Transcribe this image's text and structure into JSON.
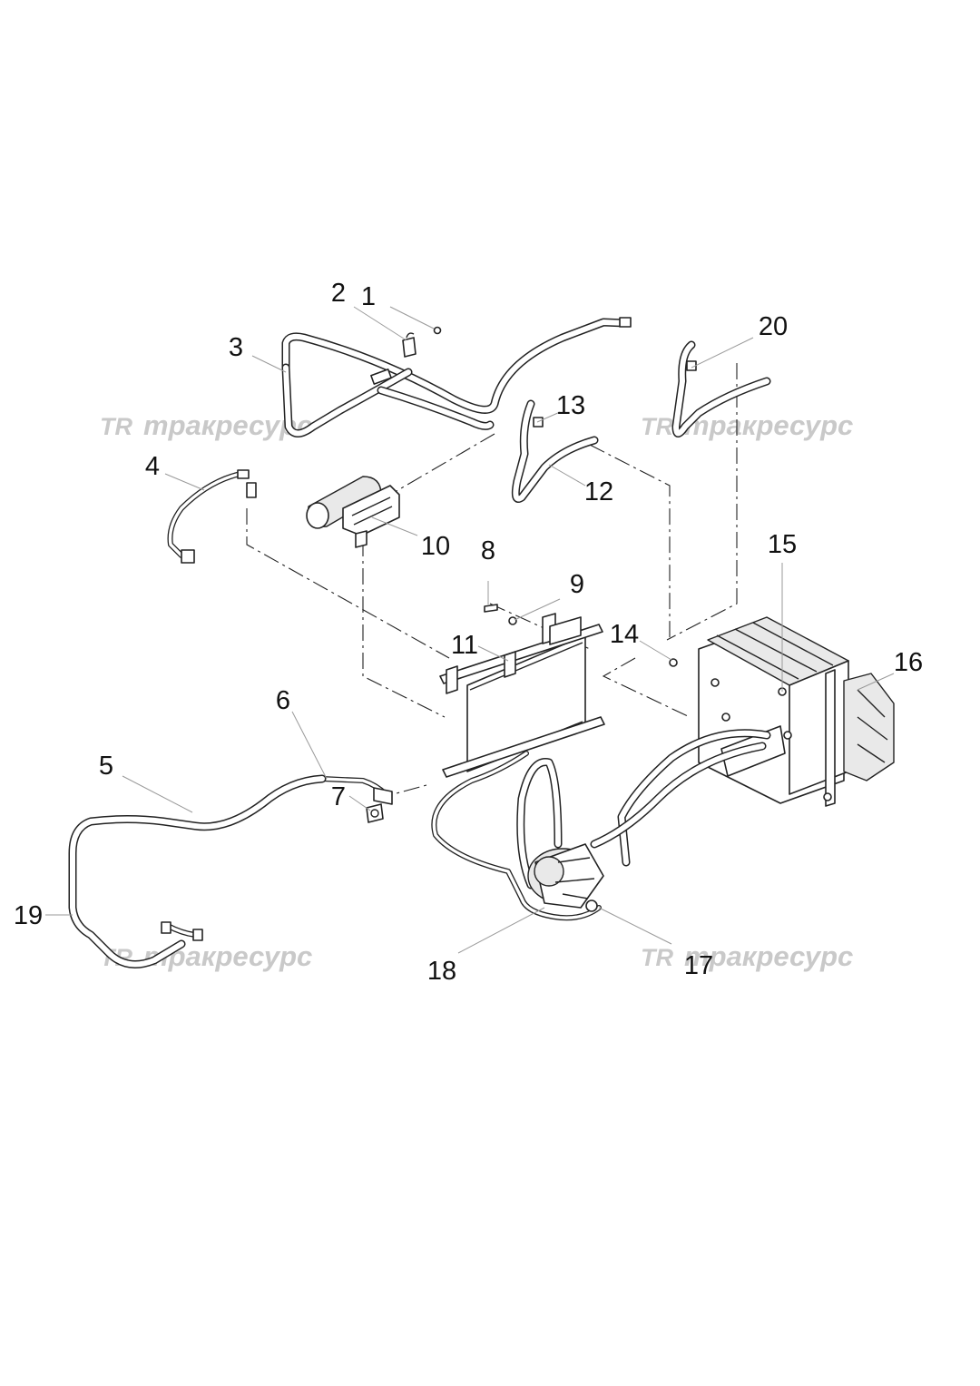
{
  "callouts": [
    "1",
    "2",
    "3",
    "4",
    "5",
    "6",
    "7",
    "8",
    "9",
    "10",
    "11",
    "12",
    "13",
    "14",
    "15",
    "16",
    "17",
    "18",
    "19",
    "20"
  ],
  "watermark": {
    "logo": "TR",
    "text": "тракресурс"
  }
}
